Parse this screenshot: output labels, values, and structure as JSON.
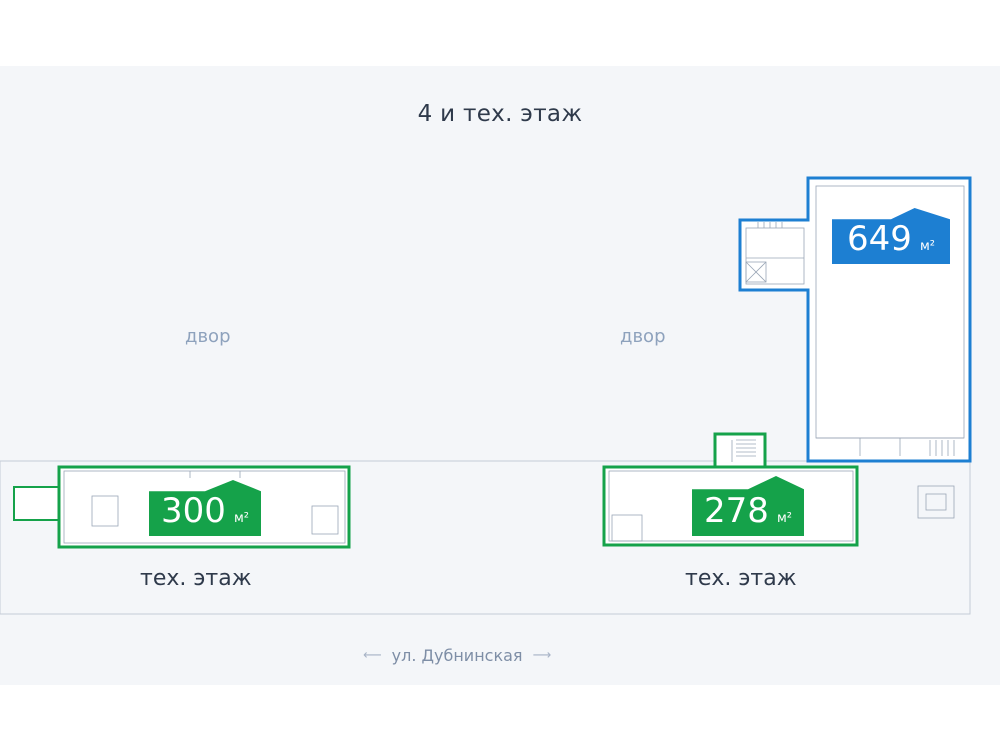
{
  "title": "4 и тех. этаж",
  "yard_label_left": "двор",
  "yard_label_right": "двор",
  "tech_floor_left": "тех. этаж",
  "tech_floor_right": "тех. этаж",
  "street": {
    "name": "ул. Дубнинская",
    "arrow_left": "⟵",
    "arrow_right": "⟶"
  },
  "units": [
    {
      "id": "left-tech",
      "area": "300",
      "unit": "м²",
      "color": "#15a24a"
    },
    {
      "id": "right-tech",
      "area": "278",
      "unit": "м²",
      "color": "#15a24a"
    },
    {
      "id": "fourth-floor",
      "area": "649",
      "unit": "м²",
      "color": "#1d7fd2"
    }
  ],
  "colors": {
    "green": "#15a24a",
    "blue": "#1d7fd2",
    "plan_bg": "#f4f6f9",
    "wall": "#9aa6b6"
  }
}
